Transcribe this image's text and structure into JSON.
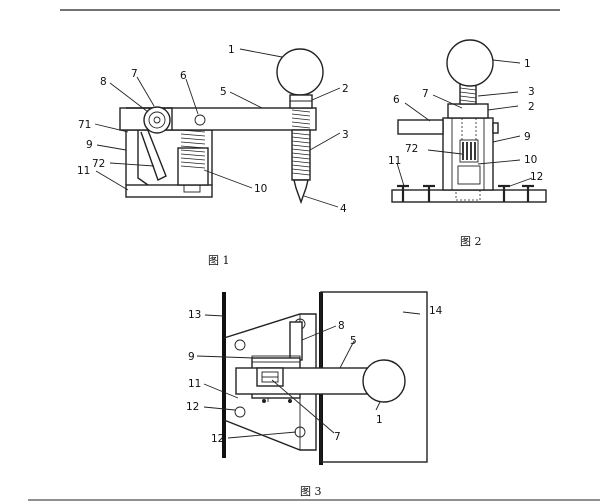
{
  "figures": [
    {
      "caption": "图 1",
      "labels": [
        "1",
        "2",
        "3",
        "4",
        "5",
        "6",
        "7",
        "71",
        "8",
        "9",
        "72",
        "11",
        "10"
      ]
    },
    {
      "caption": "图 2",
      "labels": [
        "1",
        "7",
        "3",
        "2",
        "6",
        "9",
        "72",
        "10",
        "11",
        "12"
      ]
    },
    {
      "caption": "图 3",
      "labels": [
        "13",
        "8",
        "14",
        "5",
        "9",
        "11",
        "12",
        "12",
        "1",
        "7"
      ]
    }
  ]
}
